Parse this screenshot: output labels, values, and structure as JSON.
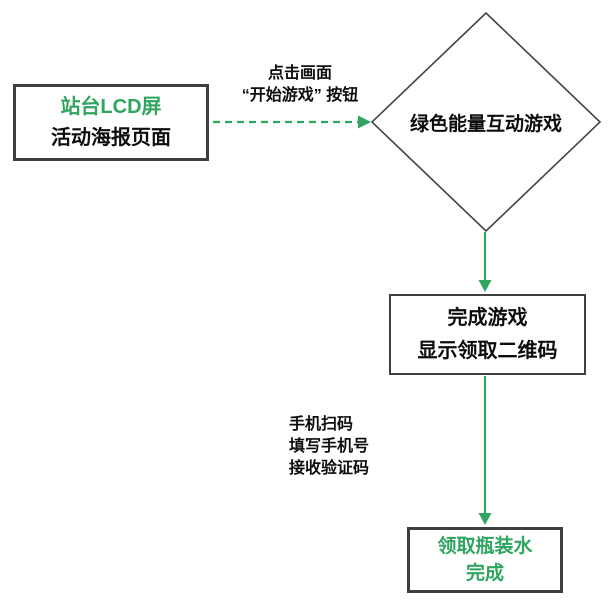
{
  "diagram": {
    "start_box": {
      "title": "站台LCD屏",
      "subtitle": "活动海报页面"
    },
    "click_label": {
      "line1": "点击画面",
      "line2": "“开始游戏” 按钮"
    },
    "diamond": {
      "label": "绿色能量互动游戏"
    },
    "game_box": {
      "line1": "完成游戏",
      "line2": "显示领取二维码"
    },
    "scan_label": {
      "line1": "手机扫码",
      "line2": "填写手机号",
      "line3": "接收验证码"
    },
    "end_box": {
      "line1": "领取瓶装水",
      "line2": "完成"
    },
    "colors": {
      "arrow_green": "#30a560",
      "green_text": "#30a560",
      "box_border": "#3f3f3f",
      "diamond_border": "#454545",
      "text_black": "#0d0d0d"
    }
  }
}
